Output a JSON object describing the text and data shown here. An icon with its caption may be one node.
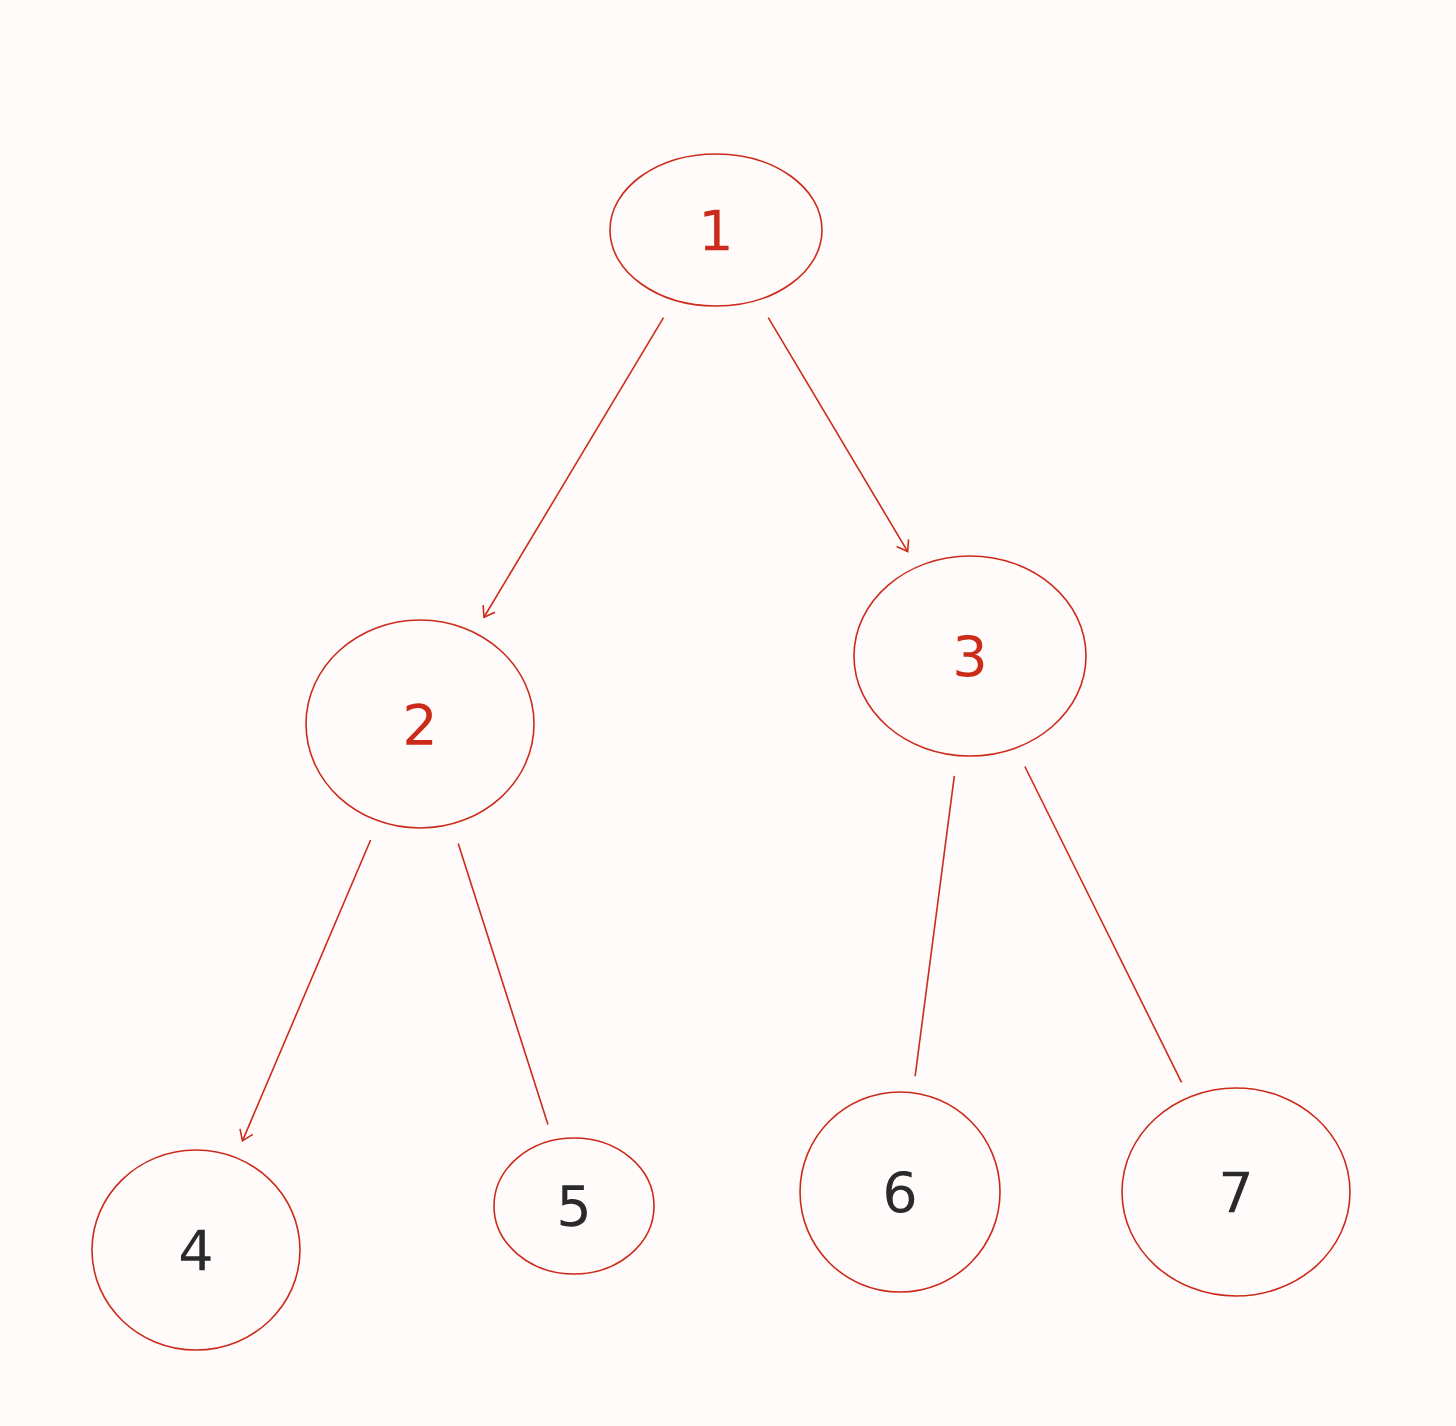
{
  "diagram": {
    "nodes": [
      {
        "text": [
          "1"
        ]
      },
      {
        "text": [
          "2"
        ]
      },
      {
        "text": [
          "3"
        ]
      },
      {
        "text": [
          "4"
        ]
      },
      {
        "text": [
          "5"
        ]
      },
      {
        "text": [
          "6"
        ]
      },
      {
        "text": [
          "7"
        ]
      }
    ],
    "edges": [
      {
        "from": 0,
        "to": 1,
        "arrow": "to"
      },
      {
        "from": 0,
        "to": 2,
        "arrow": "to"
      },
      {
        "from": 1,
        "to": 3,
        "arrow": "to"
      },
      {
        "from": 1,
        "to": 4,
        "arrow": "none"
      },
      {
        "from": 2,
        "to": 5,
        "arrow": "none"
      },
      {
        "from": 2,
        "to": 6,
        "arrow": "none"
      }
    ]
  }
}
